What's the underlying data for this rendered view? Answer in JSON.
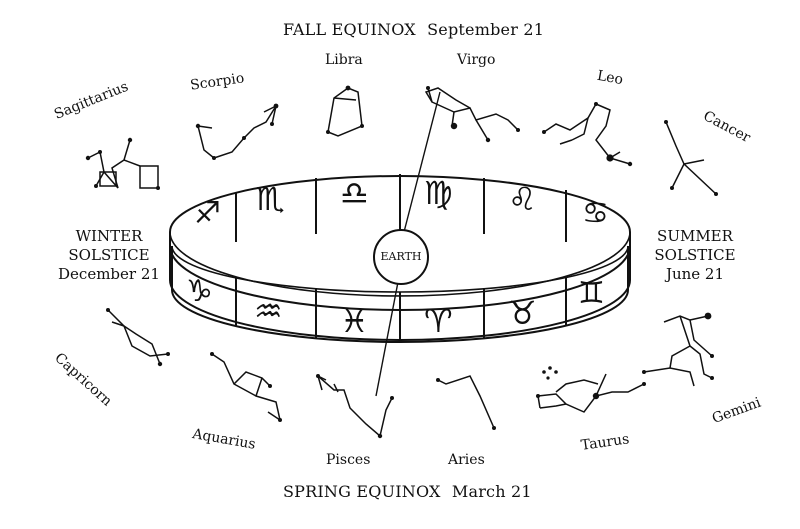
{
  "headings": {
    "top_name": "FALL EQUINOX",
    "top_date": "September 21",
    "bottom_name": "SPRING EQUINOX",
    "bottom_date": "March 21"
  },
  "solstices": {
    "winter": [
      "WINTER",
      "SOLSTICE",
      "December 21"
    ],
    "summer": [
      "SUMMER",
      "SOLSTICE",
      "June 21"
    ]
  },
  "center_label": "EARTH",
  "constellations": {
    "sagittarius": "Sagittarius",
    "scorpio": "Scorpio",
    "libra": "Libra",
    "virgo": "Virgo",
    "leo": "Leo",
    "cancer": "Cancer",
    "gemini": "Gemini",
    "taurus": "Taurus",
    "aries": "Aries",
    "pisces": "Pisces",
    "aquarius": "Aquarius",
    "capricorn": "Capricorn"
  },
  "ring_signs_top": [
    "♐",
    "♏",
    "♎",
    "♍",
    "♌",
    "♋"
  ],
  "ring_signs_bottom": [
    "♑",
    "♒",
    "♓",
    "♈",
    "♉",
    "♊"
  ]
}
